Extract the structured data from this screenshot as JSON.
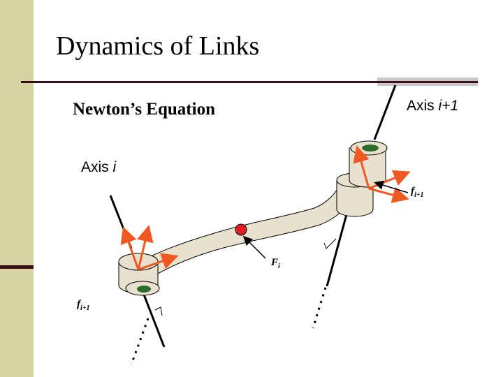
{
  "slide": {
    "title": "Dynamics of Links",
    "subtitle": "Newton’s Equation"
  },
  "labels": {
    "axis_i_plus_1": {
      "prefix": "Axis ",
      "var": "i+1"
    },
    "axis_i": {
      "prefix": "Axis ",
      "var": "i"
    },
    "force_right": {
      "base": "f",
      "sub": "i+1"
    },
    "force_center": {
      "base": "F",
      "sub": "i"
    },
    "force_left": {
      "base": "f",
      "sub": "i+1"
    }
  },
  "colors": {
    "sidebar": "#d6d3a3",
    "accent_dark": "#3a0f1a",
    "link_fill": "#e7e1cd",
    "joint_hole": "#2f6b2a",
    "arrow_orange": "#f05a22",
    "com_red": "#e02020"
  }
}
